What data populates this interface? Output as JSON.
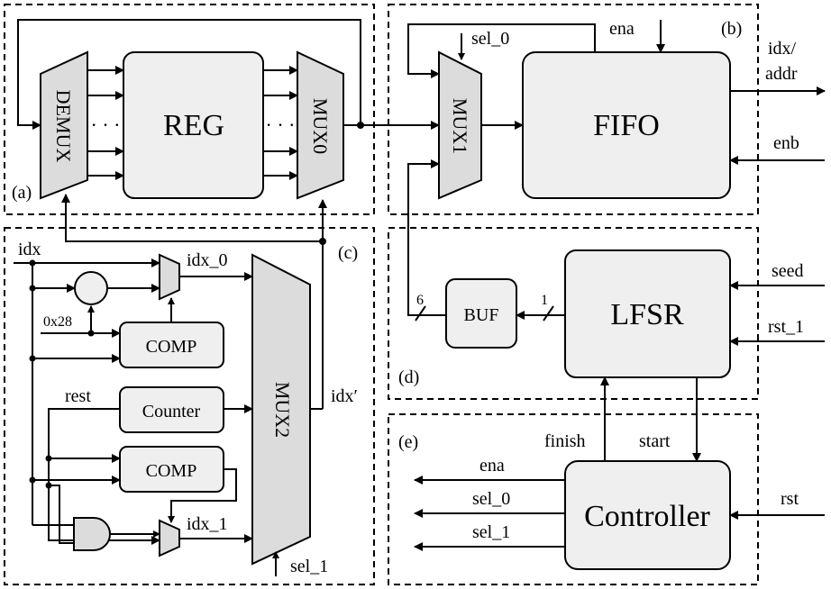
{
  "regions": {
    "a": "(a)",
    "b": "(b)",
    "c": "(c)",
    "d": "(d)",
    "e": "(e)"
  },
  "blocks": {
    "demux": "DEMUX",
    "reg": "REG",
    "mux0": "MUX0",
    "mux1": "MUX1",
    "fifo": "FIFO",
    "comp_top": "COMP",
    "counter": "Counter",
    "comp_mid": "COMP",
    "mux2": "MUX2",
    "buf": "BUF",
    "lfsr": "LFSR",
    "controller": "Controller"
  },
  "signals": {
    "sel_0_in": "sel_0",
    "ena_in": "ena",
    "idx_addr": "idx/",
    "idx_addr_2": "addr",
    "enb": "enb",
    "idx": "idx",
    "idx_0": "idx_0",
    "const_0x28": "0x28",
    "rest": "rest",
    "idx_prime": "idx′",
    "idx_1": "idx_1",
    "sel_1_in": "sel_1",
    "width_6": "6",
    "width_1": "1",
    "seed": "seed",
    "rst_1": "rst_1",
    "finish": "finish",
    "start": "start",
    "ena_out": "ena",
    "sel_0_out": "sel_0",
    "sel_1_out": "sel_1",
    "rst": "rst"
  },
  "dots": "· · ·"
}
